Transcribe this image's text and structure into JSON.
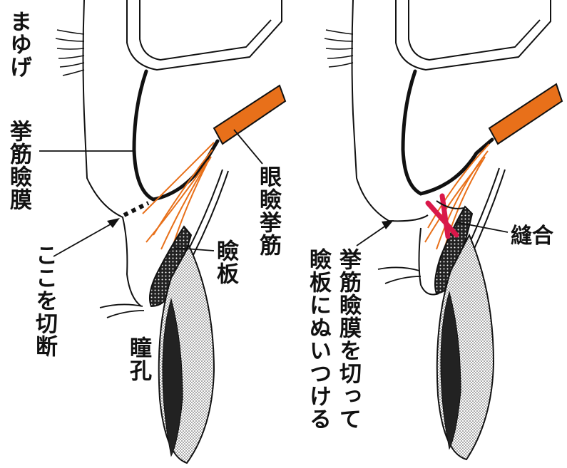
{
  "colors": {
    "line": "#111111",
    "muscle": "#e8701a",
    "suture": "#d9184a",
    "background": "#ffffff"
  },
  "left_panel": {
    "label_eyebrow": "まゆげ",
    "label_levator_aponeurosis": "挙筋瞼膜",
    "label_cut_here": "ここを切断",
    "label_levator_muscle": "眼瞼挙筋",
    "label_tarsus": "瞼板",
    "label_pupil": "瞳孔"
  },
  "right_panel": {
    "label_suture": "縫合",
    "caption_line1": "挙筋瞼膜を切って",
    "caption_line2": "瞼板にぬいつける"
  }
}
